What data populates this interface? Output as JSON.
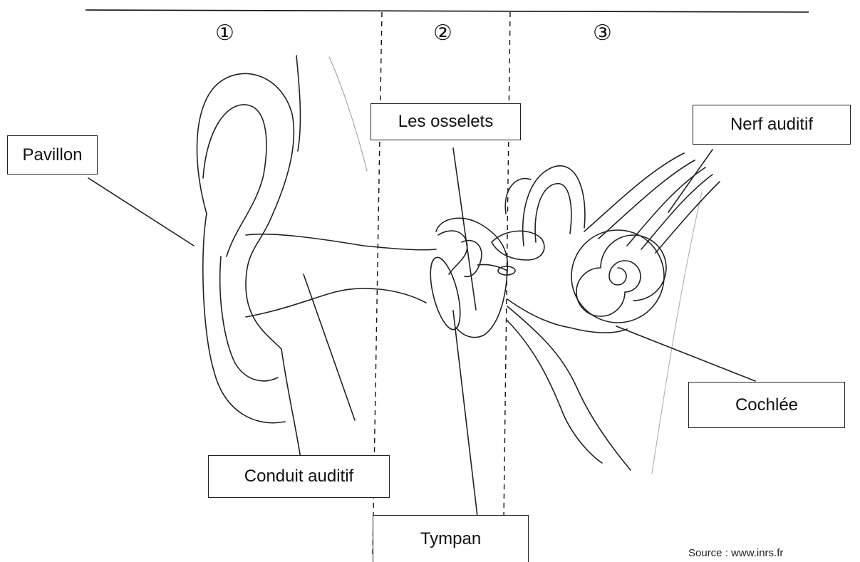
{
  "zones": [
    "①",
    "②",
    "③"
  ],
  "labels": {
    "pavillon": "Pavillon",
    "osselets": "Les osselets",
    "nerf": "Nerf auditif",
    "cochlee": "Cochlée",
    "conduit": "Conduit auditif",
    "tympan": "Tympan"
  },
  "source": "Source : www.inrs.fr"
}
